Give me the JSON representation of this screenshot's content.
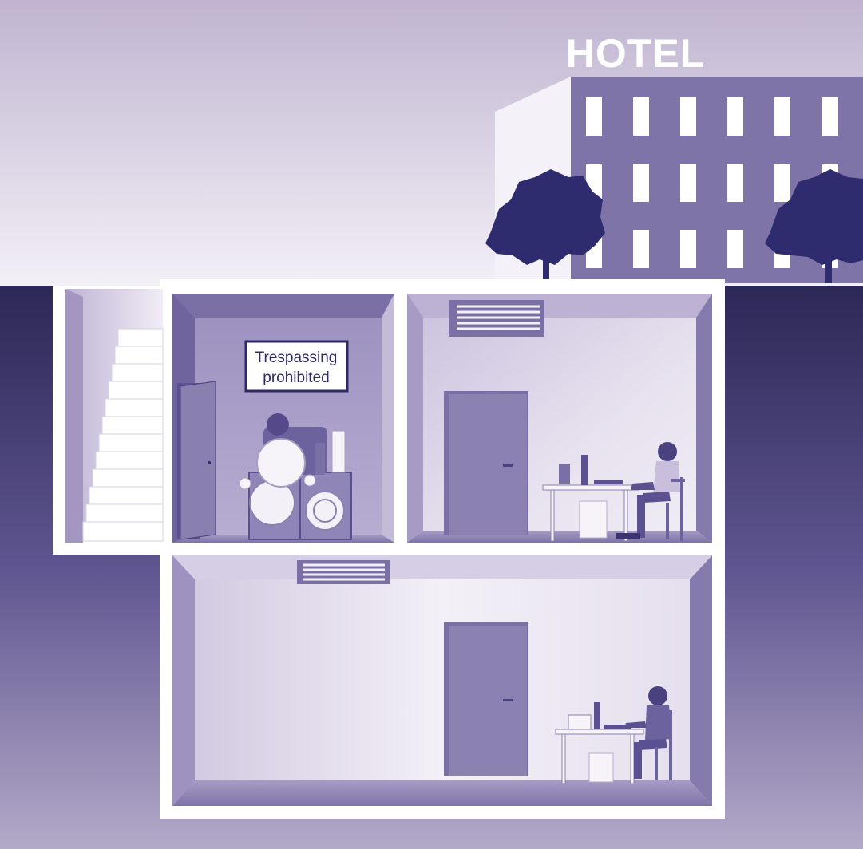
{
  "hotel": {
    "label": "HOTEL"
  },
  "sign": {
    "line1": "Trespassing",
    "line2": "prohibited"
  },
  "colors": {
    "sky_top": "#c2b6d2",
    "sky_bottom": "#f2eef6",
    "ground_top": "#2e2a58",
    "ground_bottom": "#aea3c4",
    "wall_white": "#ffffff",
    "room_back": "#e6e1ee",
    "room_mid": "#cfc6de",
    "ink": "#2d2a66",
    "tree": "#2e2c6e",
    "building": "#7f75a8",
    "door": "#8a80b0"
  },
  "icons": {
    "stairs": "stairs-icon",
    "boiler": "boiler-icon",
    "vent": "vent-icon",
    "worker": "person-at-desk-icon",
    "tree": "tree-icon"
  }
}
